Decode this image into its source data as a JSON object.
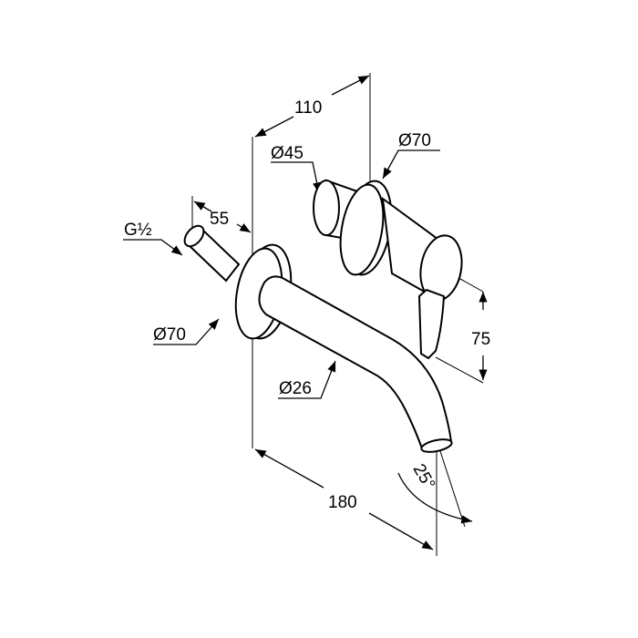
{
  "drawing": {
    "dimensions": {
      "depth_total": "110",
      "mixer_body_diameter": "Ø45",
      "mixer_rosette_diameter": "Ø70",
      "pipe_length": "55",
      "thread": "G½",
      "spout_rosette_diameter": "Ø70",
      "spout_diameter": "Ø26",
      "handle_height": "75",
      "spout_projection": "180",
      "spout_angle": "25°"
    }
  }
}
